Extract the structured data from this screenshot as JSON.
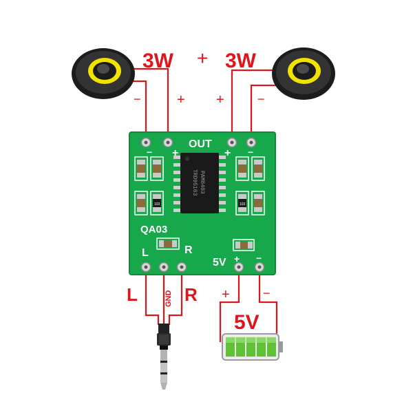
{
  "labels": {
    "power_left": "3W",
    "power_plus": "+",
    "power_right": "3W",
    "minus": "−",
    "plus": "+",
    "out": "OUT",
    "board_id": "QA03",
    "pin_l": "L",
    "pin_r": "R",
    "pin_5v": "5V",
    "big_l": "L",
    "big_r": "R",
    "gnd": "GND",
    "battery_5v": "5V",
    "chip_line1": "PAM8403",
    "chip_line2": "TRD95163",
    "smd_code": "103"
  },
  "colors": {
    "wire": "#e0151b",
    "pcb": "#17a84b",
    "chip": "#1a1a1a",
    "battery": "#5fc235"
  }
}
